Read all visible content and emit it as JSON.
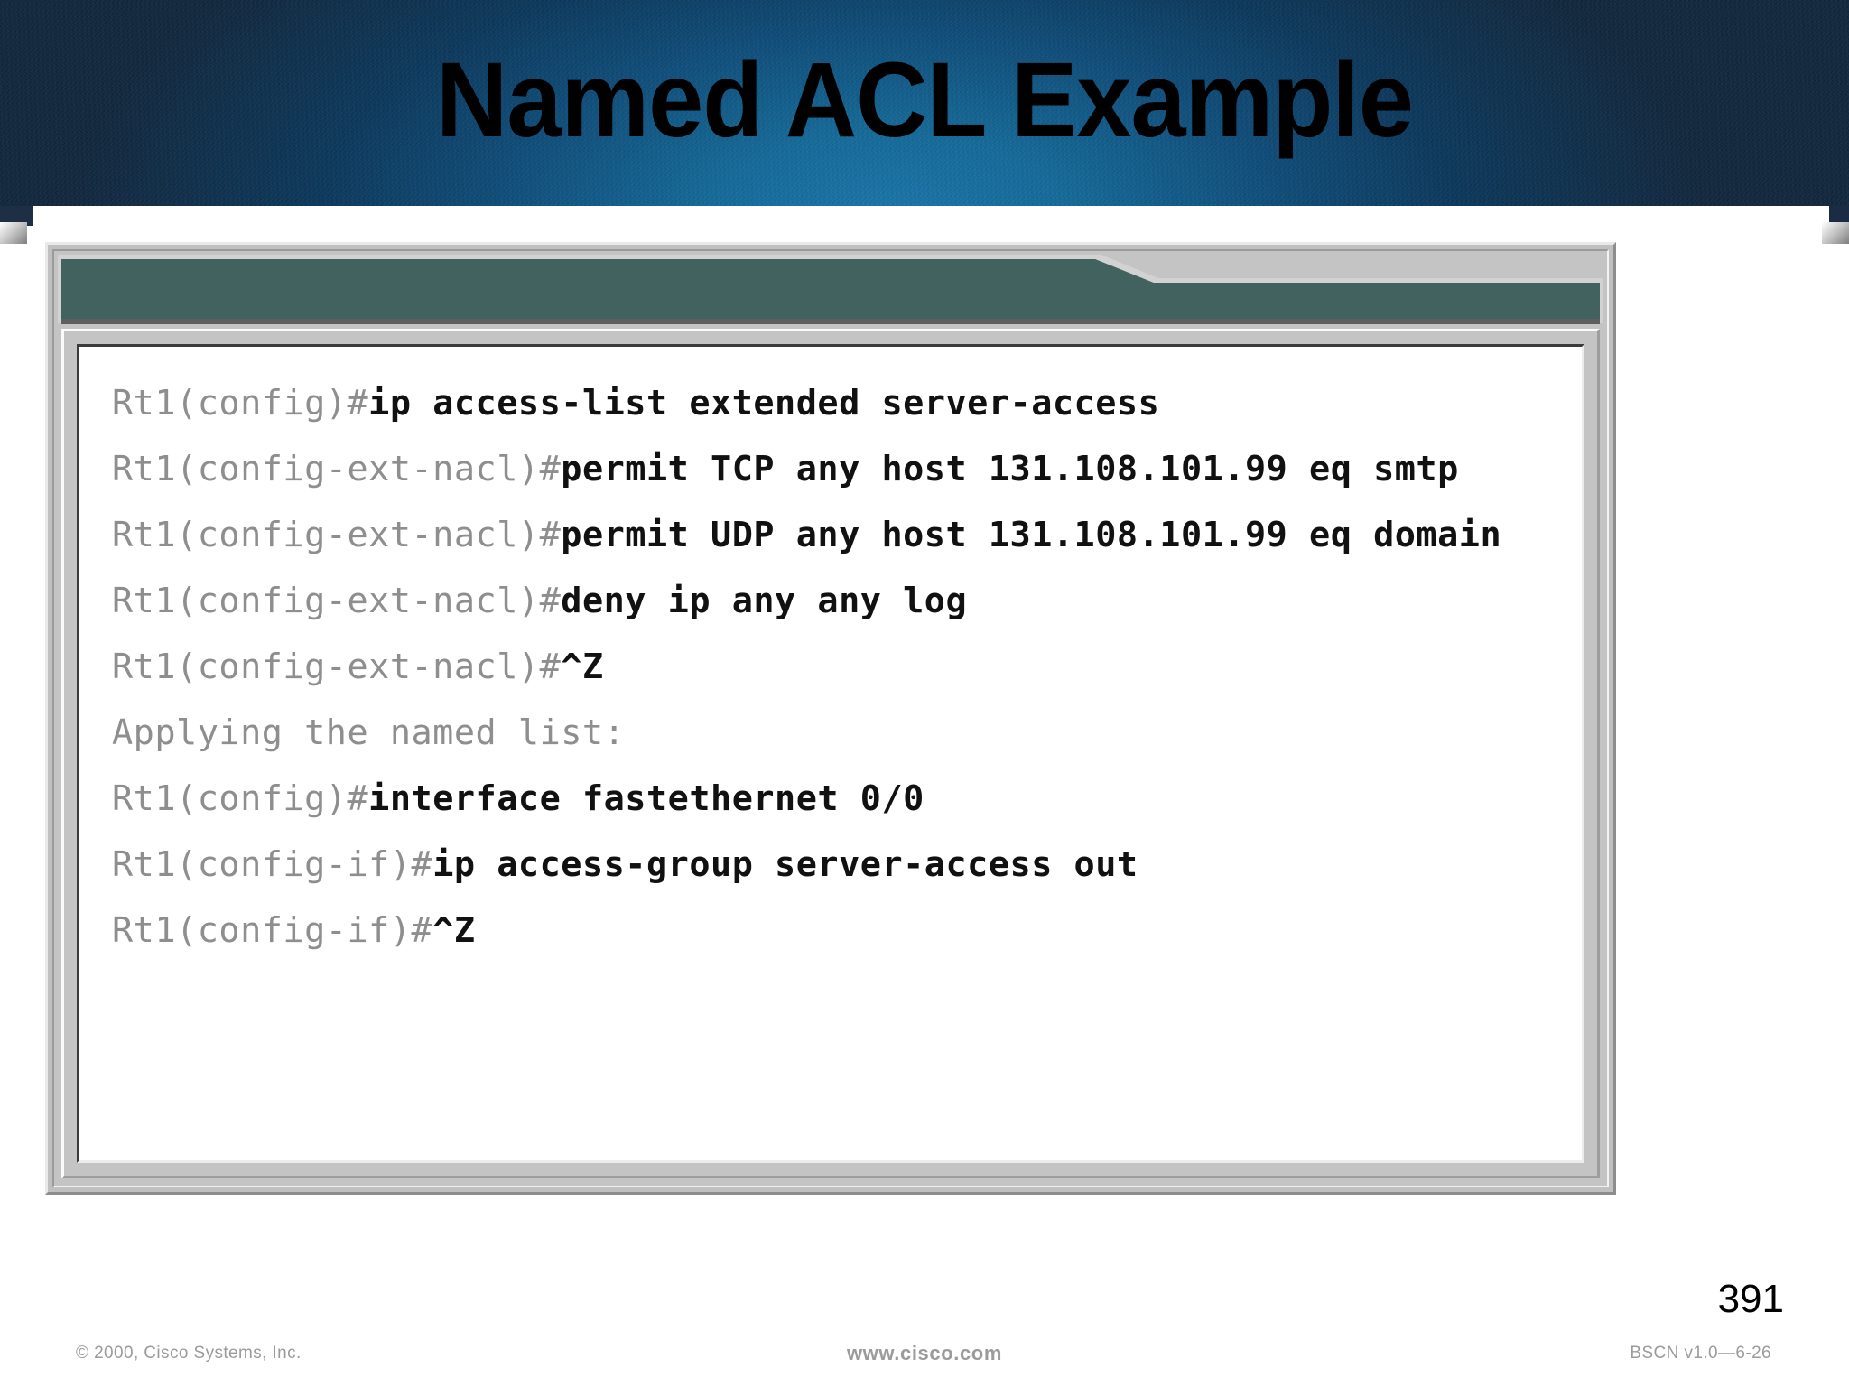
{
  "slide": {
    "title": "Named ACL Example",
    "page_number": "391",
    "header_colors": {
      "navy": "#14243a",
      "blue": "#166c9c",
      "teal_titlebar": "#42625f",
      "frame_gray": "#c0c0c0"
    }
  },
  "console": {
    "lines": [
      {
        "prompt": "Rt1(config)#",
        "command": "ip access-list extended server-access",
        "style": "command"
      },
      {
        "prompt": "Rt1(config-ext-nacl)#",
        "command": "permit TCP any host 131.108.101.99 eq smtp",
        "style": "command"
      },
      {
        "prompt": "Rt1(config-ext-nacl)#",
        "command": "permit UDP any host 131.108.101.99 eq domain",
        "style": "command"
      },
      {
        "prompt": "Rt1(config-ext-nacl)#",
        "command": "deny ip any any log",
        "style": "command"
      },
      {
        "prompt": "Rt1(config-ext-nacl)#",
        "command": "^Z",
        "style": "command"
      },
      {
        "prompt": "Applying the named list:",
        "command": "",
        "style": "note"
      },
      {
        "prompt": "Rt1(config)#",
        "command": "interface fastethernet 0/0",
        "style": "command"
      },
      {
        "prompt": "Rt1(config-if)#",
        "command": "ip access-group server-access out",
        "style": "command"
      },
      {
        "prompt": "Rt1(config-if)#",
        "command": "^Z",
        "style": "command"
      }
    ]
  },
  "footer": {
    "copyright": "© 2000, Cisco Systems, Inc.",
    "website": "www.cisco.com",
    "course_code": "BSCN v1.0—6-26"
  }
}
